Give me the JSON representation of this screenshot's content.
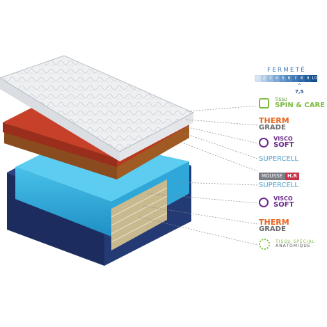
{
  "image": {
    "description_subject": "mattress-cutaway"
  },
  "firmness": {
    "title": "FERMETÉ",
    "scale": [
      "1",
      "2",
      "3",
      "4",
      "5",
      "6",
      "7",
      "8",
      "9",
      "10"
    ],
    "marker": "^",
    "value": "7,5"
  },
  "labels": {
    "spin_care_top": "TISSU",
    "spin_care": "SPIN & CARE",
    "thermo_1_top": "THERM",
    "thermo_1_bottom": "GRADE",
    "visco_1_top": "VISCO",
    "visco_1_bottom": "SOFT",
    "supercell_1": "SUPERCELL",
    "mousse_hr_a": "MOUSSE",
    "mousse_hr_b": "H.R",
    "supercell_2": "SUPERCELL",
    "visco_2_top": "VISCO",
    "visco_2_bottom": "SOFT",
    "thermo_2_top": "THERM",
    "thermo_2_bottom": "GRADE",
    "tissu_special_top": "TISSU SPÉCIAL",
    "tissu_special_bottom": "ANATOMIQUE"
  },
  "colors": {
    "scale": [
      "#cfe0f0",
      "#b3cde6",
      "#98badd",
      "#7ea8d3",
      "#6797c9",
      "#5287be",
      "#3f78b3",
      "#2e6aa7",
      "#205d9b",
      "#14508e"
    ],
    "thermo": "#e8651e",
    "visco": "#6b2a8a",
    "supercell": "#4a9cc9",
    "spin": "#7dbb41"
  }
}
